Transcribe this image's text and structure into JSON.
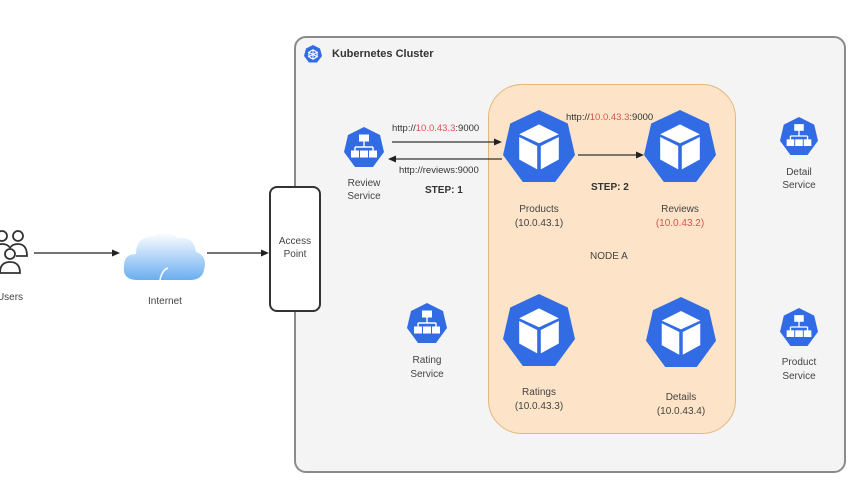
{
  "colors": {
    "k8s_blue": "#326ce5",
    "node_fill": "#fde4c8",
    "node_border": "#e3b777",
    "cluster_fill": "#f4f4f5",
    "ip_highlight": "#d9534f",
    "cloud": "#7fb6f0"
  },
  "external": {
    "users": {
      "label": "Users",
      "icon": "users-icon"
    },
    "internet": {
      "label": "Internet",
      "icon": "cloud-icon"
    },
    "access_point": {
      "label_line1": "Access",
      "label_line2": "Point"
    }
  },
  "cluster": {
    "title": "Kubernetes Cluster",
    "icon": "kubernetes-icon"
  },
  "services": [
    {
      "id": "review",
      "line1": "Review",
      "line2": "Service",
      "icon": "service-icon"
    },
    {
      "id": "rating",
      "line1": "Rating",
      "line2": "Service",
      "icon": "service-icon"
    },
    {
      "id": "detail",
      "line1": "Detail",
      "line2": "Service",
      "icon": "service-icon"
    },
    {
      "id": "product",
      "line1": "Product",
      "line2": "Service",
      "icon": "service-icon"
    }
  ],
  "node": {
    "label": "NODE A",
    "pods": [
      {
        "id": "products",
        "name": "Products",
        "ip": "(10.0.43.1)",
        "ip_highlight": false,
        "icon": "pod-icon"
      },
      {
        "id": "reviews",
        "name": "Reviews",
        "ip": "(10.0.43.2)",
        "ip_highlight": true,
        "icon": "pod-icon"
      },
      {
        "id": "ratings",
        "name": "Ratings",
        "ip": "(10.0.43.3)",
        "ip_highlight": false,
        "icon": "pod-icon"
      },
      {
        "id": "details",
        "name": "Details",
        "ip": "(10.0.43.4)",
        "ip_highlight": false,
        "icon": "pod-icon"
      }
    ]
  },
  "flows": {
    "step1": {
      "label": "STEP: 1",
      "request": {
        "prefix": "http://",
        "ip": "10.0.43.3",
        "suffix": ":9000"
      },
      "response": "http://reviews:9000"
    },
    "step2": {
      "label": "STEP: 2",
      "request": {
        "prefix": "http://",
        "ip": "10.0.43.3",
        "suffix": ":9000"
      }
    }
  }
}
